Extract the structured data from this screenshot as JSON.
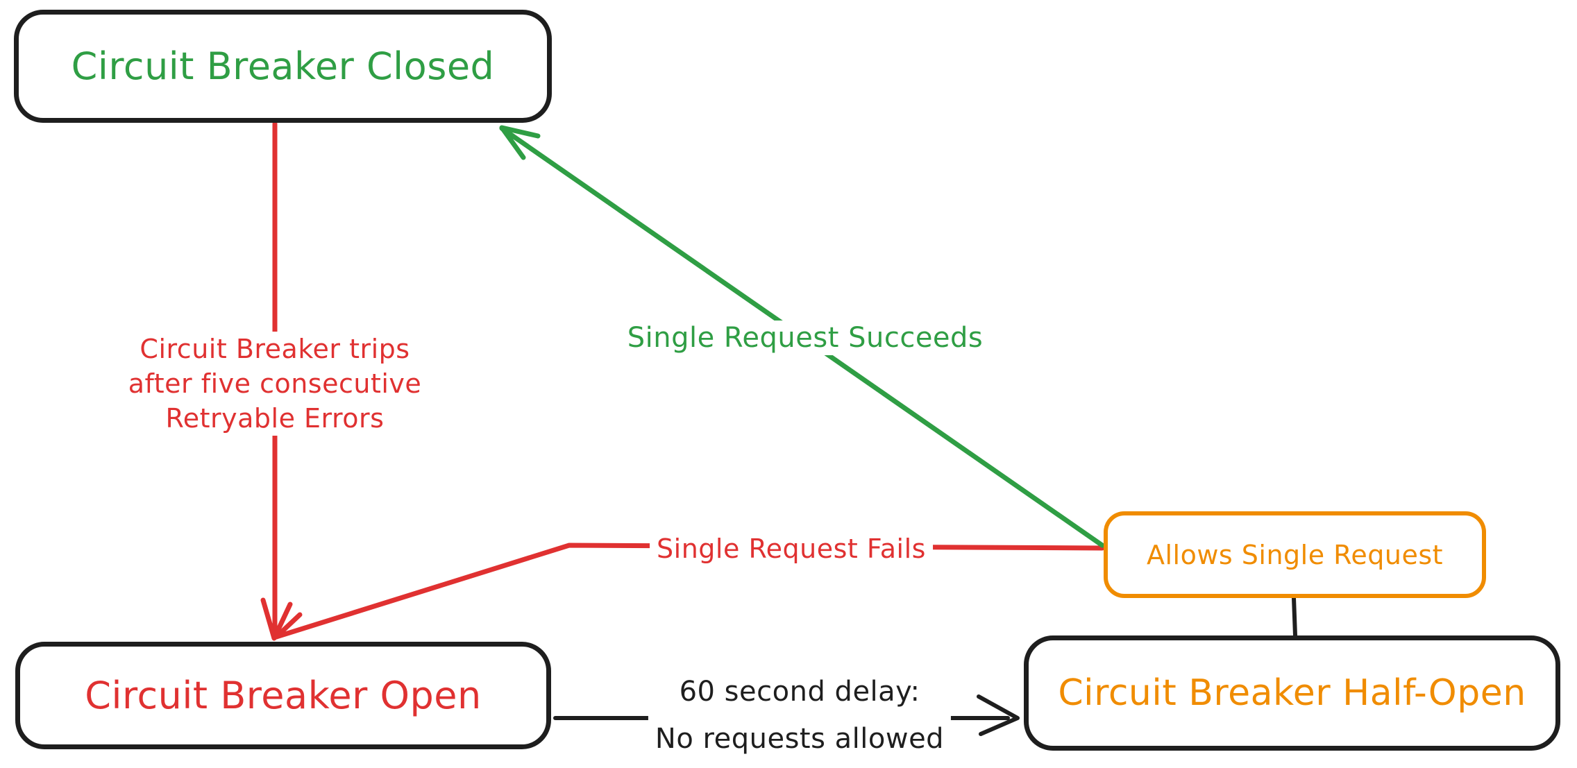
{
  "colors": {
    "red": "#e03131",
    "green": "#2f9e44",
    "orange": "#f08c00",
    "ink": "#1e1e1e",
    "background": "#ffffff"
  },
  "nodes": {
    "closed": {
      "label": "Circuit Breaker Closed",
      "color": "#2f9e44",
      "border_color": "#1e1e1e"
    },
    "open": {
      "label": "Circuit Breaker Open",
      "color": "#e03131",
      "border_color": "#1e1e1e"
    },
    "half_open": {
      "label": "Circuit Breaker Half-Open",
      "color": "#f08c00",
      "border_color": "#1e1e1e"
    },
    "allows": {
      "label": "Allows Single Request",
      "color": "#f08c00",
      "border_color": "#f08c00"
    }
  },
  "edges": {
    "trips": {
      "from": "closed",
      "to": "open",
      "color": "#e03131",
      "lines": [
        "Circuit Breaker trips",
        "after five consecutive",
        "Retryable Errors"
      ]
    },
    "succeeds": {
      "from": "allows",
      "to": "closed",
      "color": "#2f9e44",
      "label": "Single Request Succeeds"
    },
    "fails": {
      "from": "allows",
      "to": "open",
      "color": "#e03131",
      "label": "Single Request Fails"
    },
    "delay": {
      "from": "open",
      "to": "half_open",
      "color": "#1e1e1e",
      "lines": [
        "60 second delay:",
        "No requests allowed"
      ]
    },
    "allows_link": {
      "from": "allows",
      "to": "half_open",
      "color": "#1e1e1e"
    }
  }
}
